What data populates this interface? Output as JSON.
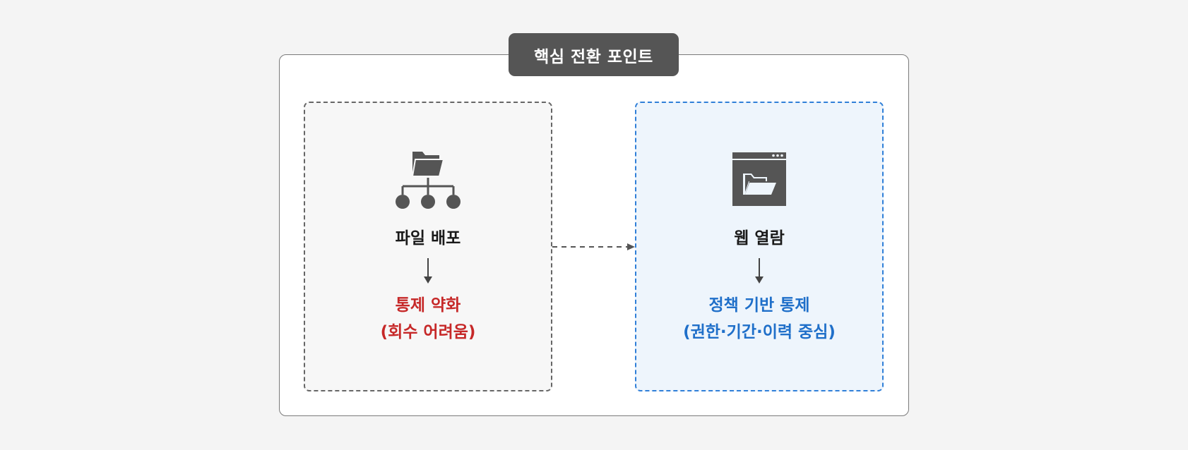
{
  "title": "핵심 전환 포인트",
  "left_panel": {
    "icon": "folder-hierarchy-icon",
    "label": "파일 배포",
    "result_line1": "통제 약화",
    "result_line2": "(회수 어려움)",
    "result_color": "#c62828"
  },
  "right_panel": {
    "icon": "browser-folder-icon",
    "label": "웹 열람",
    "result_line1": "정책 기반 통제",
    "result_line2": "(권한·기간·이력 중심)",
    "result_color": "#1f6fc9"
  },
  "colors": {
    "title_bg": "#555555",
    "left_border": "#666666",
    "right_border": "#2f7fd8",
    "right_bg": "#eef5fc"
  }
}
